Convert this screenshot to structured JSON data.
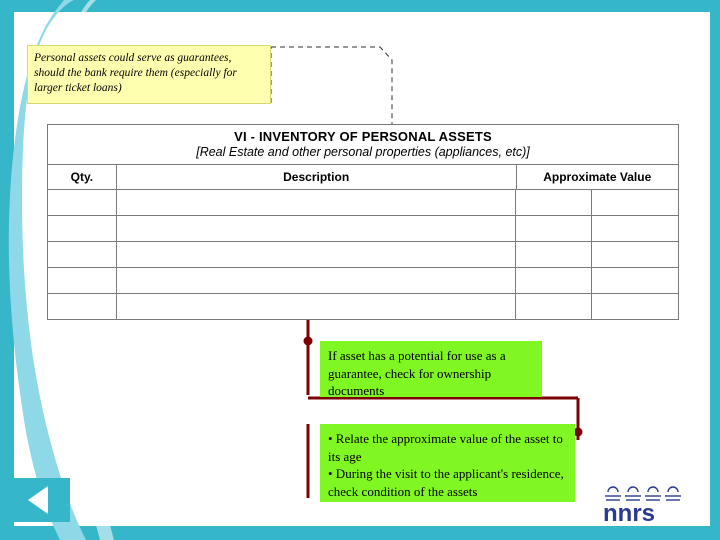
{
  "slide": {
    "accent_color": "#35b6c9",
    "swoosh_color": "#8fd8e8",
    "note_yellow_color": "#ffffb0",
    "note_green_color": "#80f622",
    "connector_color": "#7d0000"
  },
  "callouts": {
    "yellow_note": "Personal assets could serve as guarantees, should the bank require them (especially for larger ticket loans)",
    "green_note_1": "If asset has a potential for use as a guarantee, check for ownership documents",
    "green_note_2_line1": "• Relate the approximate value of the asset to its age",
    "green_note_2_line2": "• During the visit to the applicant's residence, check condition of the assets"
  },
  "form": {
    "title_line1": "VI - INVENTORY OF PERSONAL ASSETS",
    "title_line2": "[Real Estate and other personal properties (appliances, etc)]",
    "columns": [
      {
        "key": "qty",
        "label": "Qty."
      },
      {
        "key": "description",
        "label": "Description"
      },
      {
        "key": "value",
        "label": "Approximate Value"
      }
    ],
    "rows": [
      {
        "qty": "",
        "description": "",
        "value_a": "",
        "value_b": ""
      },
      {
        "qty": "",
        "description": "",
        "value_a": "",
        "value_b": ""
      },
      {
        "qty": "",
        "description": "",
        "value_a": "",
        "value_b": ""
      },
      {
        "qty": "",
        "description": "",
        "value_a": "",
        "value_b": ""
      },
      {
        "qty": "",
        "description": "",
        "value_a": "",
        "value_b": ""
      }
    ]
  },
  "logo": {
    "text": "nnrs"
  }
}
